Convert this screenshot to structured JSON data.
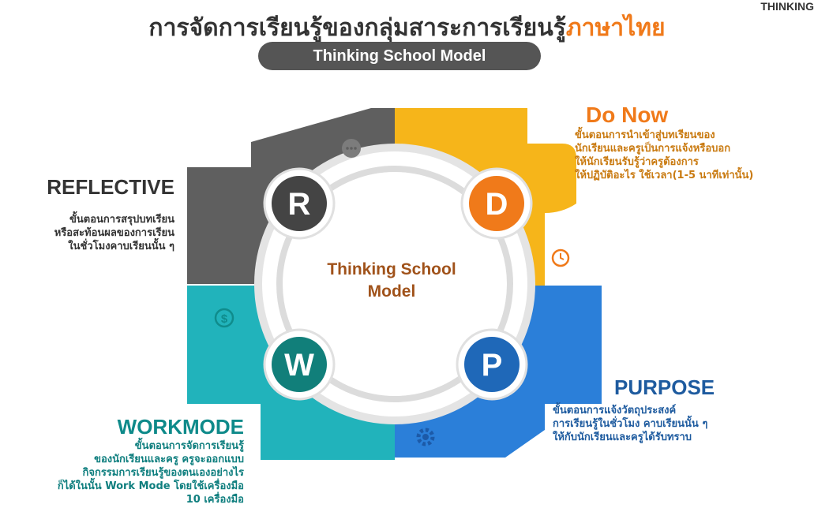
{
  "header": {
    "title_main": "การจัดการเรียนรู้ของกลุ่มสาระการเรียนรู้",
    "title_accent": "ภาษาไทย",
    "subtitle": "Thinking School Model"
  },
  "center": {
    "line1": "Thinking School",
    "line2": "Model"
  },
  "circles": {
    "r": "R",
    "d": "D",
    "w": "W",
    "p": "P"
  },
  "sections": {
    "do_now": {
      "title": "Do Now",
      "desc": [
        "ขั้นตอนการนำเข้าสู่บทเรียนของ",
        "นักเรียนและครูเป็นการแจ้งหรือบอก",
        "ให้นักเรียนรับรู้ว่าครูต้องการ",
        "ให้ปฏิบัติอะไร ใช้เวลา(1-5 นาทีเท่านั้น)"
      ]
    },
    "reflective": {
      "title": "REFLECTIVE",
      "subtitle": "THINKING",
      "desc": [
        "ขั้นตอนการสรุปบทเรียน",
        "หรือสะท้อนผลของการเรียน",
        "ในชั่วโมงคาบเรียนนั้น ๆ"
      ]
    },
    "purpose": {
      "title": "PURPOSE",
      "desc": [
        "ขั้นตอนการแจ้งวัตถุประสงค์",
        "การเรียนรู้ในชั่วโมง คาบเรียนนั้น ๆ",
        "ให้กับนักเรียนและครูได้รับทราบ"
      ]
    },
    "workmode": {
      "title": "WORKMODE",
      "desc": [
        "ขั้นตอนการจัดการเรียนรู้",
        "ของนักเรียนและครู ครูจะออกแบบ",
        "กิจกรรมการเรียนรู้ของตนเองอย่างไร",
        "ก็ได้ในนั้น Work Mode โดยใช้เครื่องมือ",
        "10 เครื่องมือ"
      ]
    }
  },
  "colors": {
    "gray": "#5f5f5f",
    "yellow": "#f6b51a",
    "blue": "#2b7fd9",
    "teal": "#21b3bb",
    "orange": "#f07a1a",
    "dark_circle": "#444444",
    "teal_circle": "#117f7a",
    "blue_circle": "#1f68b8"
  },
  "icons": {
    "gray": "chat-icon",
    "yellow": "clock-icon",
    "blue": "gear-icon",
    "teal": "dollar-icon"
  }
}
